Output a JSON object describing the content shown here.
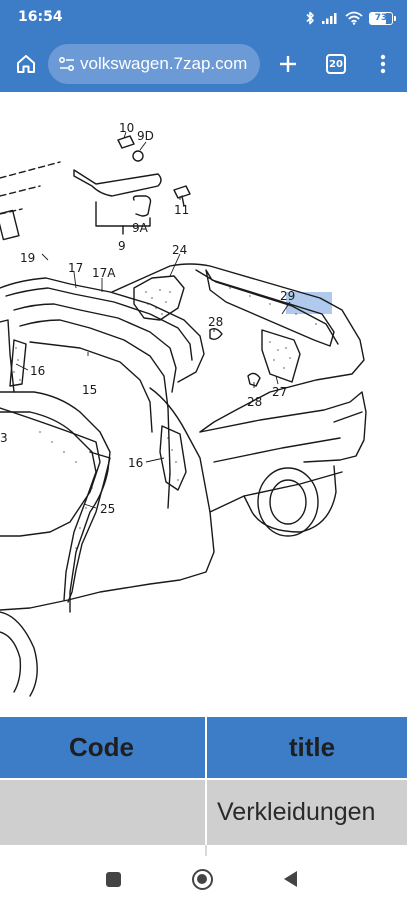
{
  "status_bar": {
    "time": "16:54",
    "battery": "73",
    "battery_level": 0.73,
    "icons": [
      "bluetooth-icon",
      "signal-icon",
      "wifi-icon",
      "battery-icon"
    ]
  },
  "browser": {
    "url": "volkswagen.7zap.com",
    "tab_count": "20",
    "icons": [
      "home-icon",
      "site-info-icon",
      "plus-icon",
      "tabs-icon",
      "more-vert-icon"
    ]
  },
  "diagram": {
    "callouts": {
      "c10": "10",
      "c9d": "9D",
      "c11": "11",
      "c9a": "9A",
      "c9": "9",
      "c19": "19",
      "c17": "17",
      "c17a": "17A",
      "c24": "24",
      "c29": "29",
      "c28a": "28",
      "c28b": "28",
      "c27": "27",
      "c16a": "16",
      "c16b": "16",
      "c15": "15",
      "c25": "25",
      "c3": "3"
    }
  },
  "table": {
    "headers": {
      "code": "Code",
      "title": "title"
    },
    "rows": [
      {
        "code": "",
        "title": "Verkleidungen"
      }
    ]
  },
  "nav": {
    "icons": [
      "recent-apps-icon",
      "home-circle-icon",
      "back-icon"
    ]
  }
}
